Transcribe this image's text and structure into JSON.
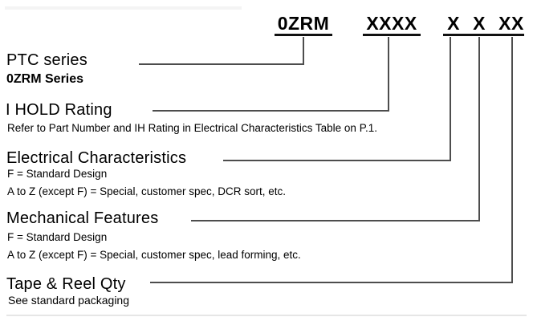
{
  "part_number": {
    "segments": [
      {
        "text": "0ZRM"
      },
      {
        "text": "XXXX"
      },
      {
        "text": "X"
      },
      {
        "text": "X"
      },
      {
        "text": "XX"
      }
    ]
  },
  "sections": [
    {
      "heading": "PTC series",
      "lines": [
        "0ZRM Series"
      ]
    },
    {
      "heading": "I HOLD Rating",
      "lines": [
        "Refer to Part Number and IH Rating in Electrical Characteristics Table on P.1."
      ]
    },
    {
      "heading": "Electrical Characteristics",
      "lines": [
        "F = Standard Design",
        "A to Z (except F) = Special, customer spec, DCR sort, etc."
      ]
    },
    {
      "heading": "Mechanical Features",
      "lines": [
        "F = Standard Design",
        "A to Z (except F) = Special, customer spec, lead forming, etc."
      ]
    },
    {
      "heading": "Tape & Reel Qty",
      "lines": [
        "See standard packaging"
      ]
    }
  ],
  "colors": {
    "background": "#ffffff",
    "text": "#000000",
    "connector": "#4d4d4d",
    "underline": "#111111"
  }
}
